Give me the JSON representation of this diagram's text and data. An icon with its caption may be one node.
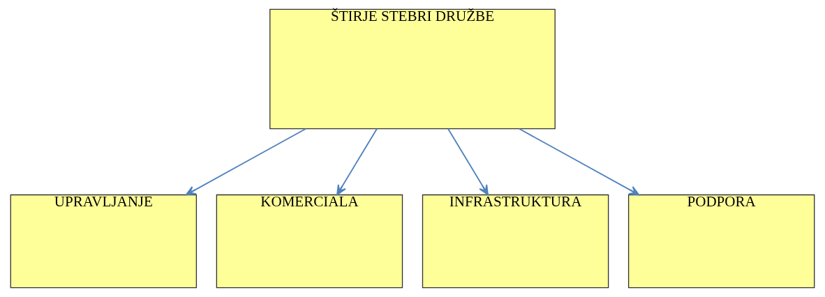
{
  "diagram": {
    "nodes": [
      {
        "text": [
          "ŠTIRJE STEBRI DRUŽBE"
        ]
      },
      {
        "text": [
          "UPRAVLJANJE"
        ]
      },
      {
        "text": [
          "KOMERCIALA"
        ]
      },
      {
        "text": [
          "INFRASTRUKTURA"
        ]
      },
      {
        "text": [
          "PODPORA"
        ]
      }
    ],
    "edges": [
      {
        "from": 0,
        "to": 1,
        "arrow": "to"
      },
      {
        "from": 0,
        "to": 2,
        "arrow": "to"
      },
      {
        "from": 0,
        "to": 3,
        "arrow": "to"
      },
      {
        "from": 0,
        "to": 4,
        "arrow": "to"
      }
    ]
  }
}
